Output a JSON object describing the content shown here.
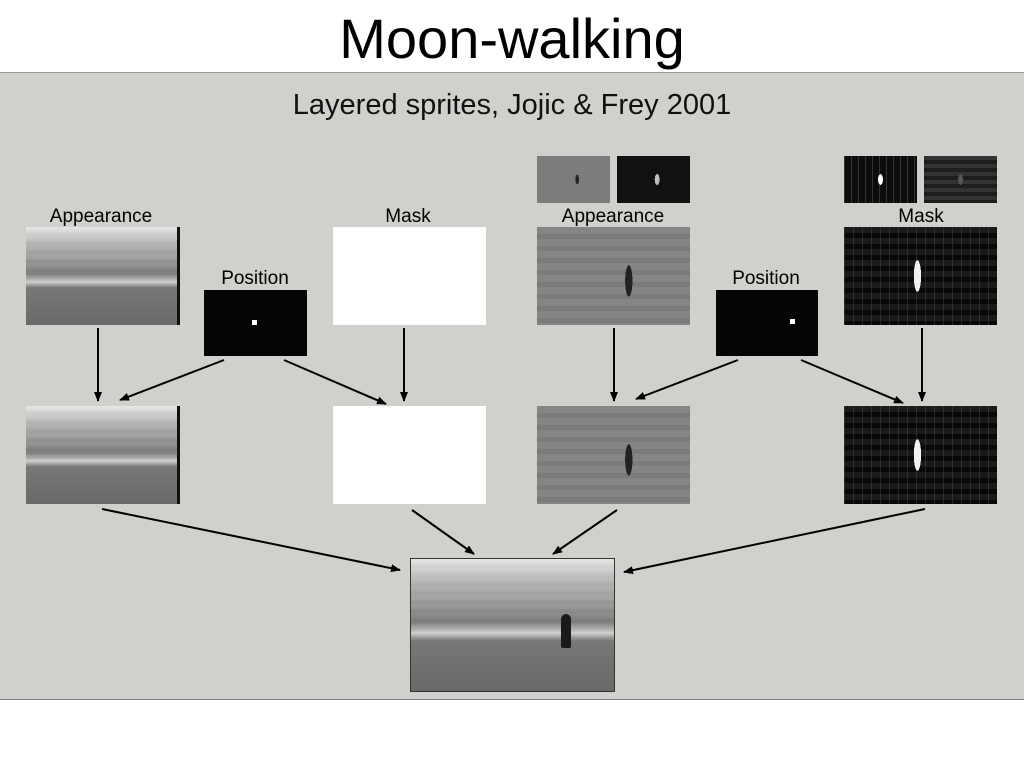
{
  "slide": {
    "title": "Moon-walking"
  },
  "figure": {
    "title": "Layered sprites, Jojic & Frey 2001",
    "labels": {
      "appearance_left": "Appearance",
      "mask_left": "Mask",
      "position_left": "Position",
      "appearance_right": "Appearance",
      "mask_right": "Mask",
      "position_right": "Position"
    }
  }
}
